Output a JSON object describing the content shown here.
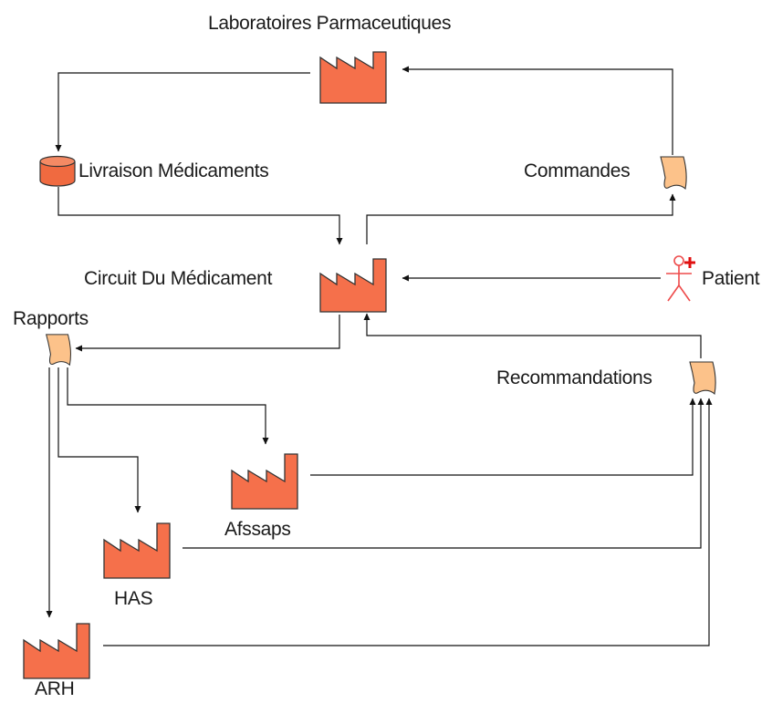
{
  "colors": {
    "factory_fill": "#f5704b",
    "factory_stroke": "#333333",
    "document_fill": "#fcc28a",
    "database_fill": "#f06a40",
    "wire": "#111111",
    "actor": "#ee4b4b",
    "actor_cross": "#e01010"
  },
  "nodes": {
    "laboratoires": {
      "label": "Laboratoires Parmaceutiques",
      "icon": "factory-icon"
    },
    "livraison": {
      "label": "Livraison Médicaments",
      "icon": "database-icon"
    },
    "commandes": {
      "label": "Commandes",
      "icon": "document-icon"
    },
    "circuit": {
      "label": "Circuit Du Médicament",
      "icon": "factory-icon"
    },
    "patient": {
      "label": "Patient",
      "icon": "actor-icon"
    },
    "rapports": {
      "label": "Rapports",
      "icon": "document-icon"
    },
    "recommandations": {
      "label": "Recommandations",
      "icon": "document-icon"
    },
    "afssaps": {
      "label": "Afssaps",
      "icon": "factory-icon"
    },
    "has": {
      "label": "HAS",
      "icon": "factory-icon"
    },
    "arh": {
      "label": "ARH",
      "icon": "factory-icon"
    }
  }
}
